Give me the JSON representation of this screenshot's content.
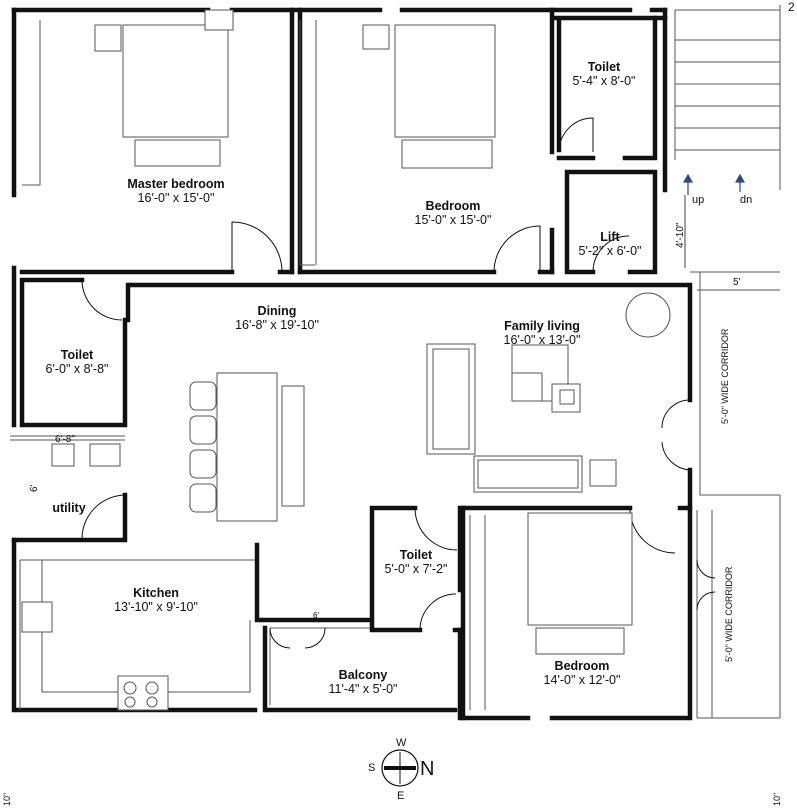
{
  "rooms": {
    "master_bedroom": {
      "name": "Master bedroom",
      "size": "16'-0\" x 15'-0\""
    },
    "bedroom_1": {
      "name": "Bedroom",
      "size": "15'-0\" x 15'-0\""
    },
    "toilet_top": {
      "name": "Toilet",
      "size": "5'-4\" x 8'-0\""
    },
    "lift": {
      "name": "Lift",
      "size": "5'-2\" x 6'-0\""
    },
    "dining": {
      "name": "Dining",
      "size": "16'-8\" x 19'-10\""
    },
    "family_living": {
      "name": "Family living",
      "size": "16'-0\" x 13'-0\""
    },
    "toilet_left": {
      "name": "Toilet",
      "size": "6'-0\" x 8'-8\""
    },
    "utility": {
      "name": "utility"
    },
    "kitchen": {
      "name": "Kitchen",
      "size": "13'-10\" x 9'-10\""
    },
    "toilet_mid": {
      "name": "Toilet",
      "size": "5'-0\" x 7'-2\""
    },
    "balcony": {
      "name": "Balcony",
      "size": "11'-4\" x 5'-0\""
    },
    "bedroom_2": {
      "name": "Bedroom",
      "size": "14'-0\" x 12'-0\""
    }
  },
  "stairs": {
    "up": "up",
    "dn": "dn"
  },
  "dimensions": {
    "lift_lobby": "4'-10\"",
    "corridor_width": "5'",
    "utility_width": "6'-8\"",
    "utility_height": "6'",
    "balcony_door": "6'",
    "edge_left": "10\"",
    "edge_right": "10\"",
    "edge_top": "2"
  },
  "corridors": {
    "upper": "5'-0\" WIDE CORRIDOR",
    "lower": "5'-0\" WIDE CORRIDOR"
  },
  "compass": {
    "w": "W",
    "s": "S",
    "e": "E",
    "n": "N"
  }
}
